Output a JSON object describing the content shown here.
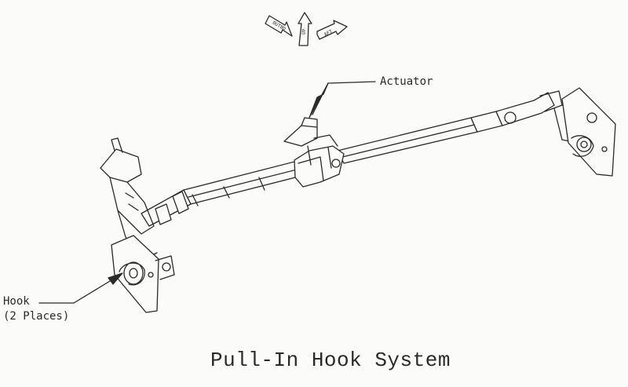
{
  "title": "Pull-In Hook System",
  "labels": {
    "actuator": "Actuator",
    "hook_line1": "Hook",
    "hook_line2": "(2 Places)"
  },
  "orientation_arrows": {
    "outboard": "OUTBD",
    "up": "UP",
    "aft": "AFT"
  },
  "colors": {
    "ink": "#2a2a2a",
    "paper": "#fbfbf9"
  }
}
